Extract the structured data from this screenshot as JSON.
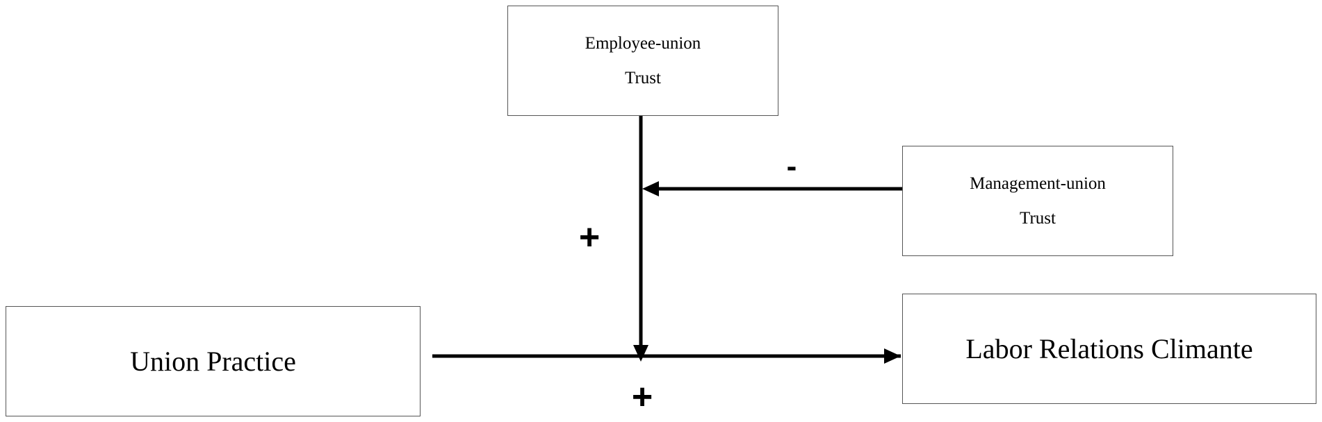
{
  "nodes": {
    "employee_union_trust": {
      "lines": [
        "Employee-union",
        "Trust"
      ]
    },
    "management_union_trust": {
      "lines": [
        "Management-union",
        "Trust"
      ]
    },
    "union_practice": {
      "label": "Union Practice"
    },
    "labor_relations_climate": {
      "label": "Labor Relations Climante"
    }
  },
  "edges": {
    "management_to_path_sign": "-",
    "employee_to_path_sign": "+",
    "union_to_labor_sign": "+"
  },
  "colors": {
    "line": "#000000",
    "box_border": "#555555",
    "background": "#ffffff"
  }
}
